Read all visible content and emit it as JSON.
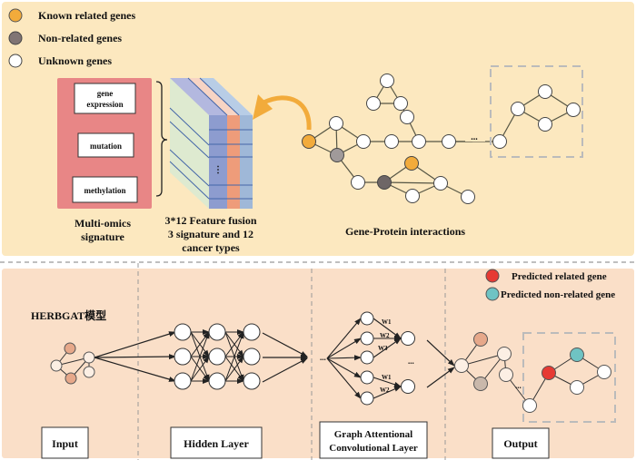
{
  "top_panel": {
    "legend": [
      {
        "label": "Known related genes",
        "color": "#f2ab3b"
      },
      {
        "label": "Non-related genes",
        "color": "#807474"
      },
      {
        "label": "Unknown genes",
        "color": "#ffffff"
      }
    ],
    "omics": {
      "items": [
        "gene",
        "expression",
        "mutation",
        "methylation"
      ],
      "caption_line1": "Multi-omics",
      "caption_line2": "signature"
    },
    "fusion": {
      "dots": "⋮",
      "caption_line1": "3*12 Feature fusion",
      "caption_line2": "3 signature and 12",
      "caption_line3": "cancer types"
    },
    "network": {
      "ellipsis": "...",
      "caption": "Gene-Protein interactions"
    }
  },
  "bottom_panel": {
    "model_title": "HERBGAT模型",
    "legend": [
      {
        "label": "Predicted related gene",
        "color": "#e63a33"
      },
      {
        "label": "Predicted non-related gene",
        "color": "#6fc3c3"
      }
    ],
    "stages": {
      "input": "Input",
      "hidden": "Hidden Layer",
      "gat_line1": "Graph Attentional",
      "gat_line2": "Convolutional Layer",
      "output": "Output"
    },
    "gat": {
      "ellipsis": "...",
      "weights": [
        "W1",
        "W2",
        "W3",
        "W1",
        "W2"
      ]
    }
  },
  "colors": {
    "top_bg": "#fce8bf",
    "bottom_bg": "#fadfc8",
    "omics_box": "#e88686",
    "orange": "#f2ab3b"
  }
}
